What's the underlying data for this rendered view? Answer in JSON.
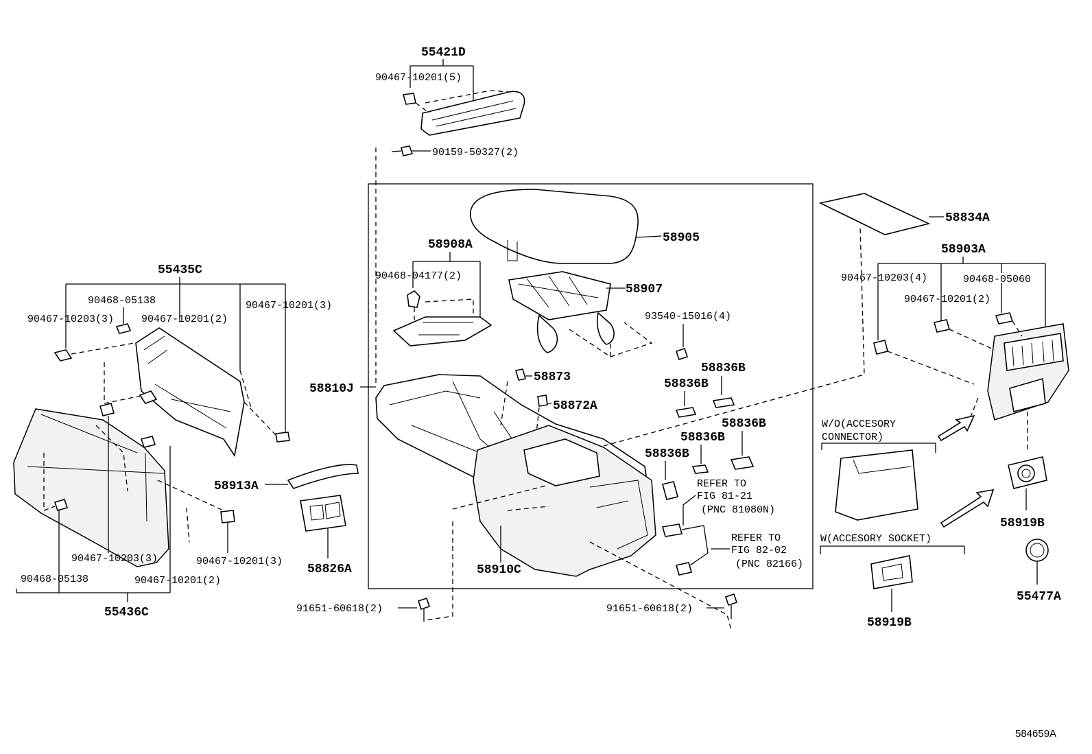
{
  "labels": {
    "p55421D": "55421D",
    "p90467_10201_5": "90467-10201(5)",
    "p90159_50327_2": "90159-50327(2)",
    "p58905": "58905",
    "p58908A": "58908A",
    "p90468_04177_2": "90468-04177(2)",
    "p58907": "58907",
    "p93540_15016_4": "93540-15016(4)",
    "p58836B_1": "58836B",
    "p58836B_2": "58836B",
    "p58836B_3": "58836B",
    "p58836B_4": "58836B",
    "p58836B_5": "58836B",
    "p58873": "58873",
    "p58872A": "58872A",
    "p58810J": "58810J",
    "refer1_a": "REFER TO",
    "refer1_b": "FIG 81-21",
    "refer1_c": "(PNC 81080N)",
    "refer2_a": "REFER TO",
    "refer2_b": "FIG 82-02",
    "refer2_c": "(PNC 82166)",
    "p58910C": "58910C",
    "p91651_60618_left": "91651-60618(2)",
    "p91651_60618_right": "91651-60618(2)",
    "p55435C": "55435C",
    "p90468_05138_top": "90468-05138",
    "p90467_10203_3_top": "90467-10203(3)",
    "p90467_10201_2_top": "90467-10201(2)",
    "p90467_10201_3_top": "90467-10201(3)",
    "p58913A": "58913A",
    "p58826A": "58826A",
    "p90467_10203_3_bot": "90467-10203(3)",
    "p90467_10201_3_bot": "90467-10201(3)",
    "p90468_05138_bot": "90468-05138",
    "p90467_10201_2_bot": "90467-10201(2)",
    "p55436C": "55436C",
    "p58834A": "58834A",
    "p58903A": "58903A",
    "p90467_10203_4": "90467-10203(4)",
    "p90468_05060": "90468-05060",
    "p90467_10201_2_right": "90467-10201(2)",
    "wo_line1": "W/O(ACCESORY",
    "wo_line2": "CONNECTOR)",
    "w_socket": "W(ACCESORY SOCKET)",
    "p58919B_right": "58919B",
    "p58919B_bottom": "58919B",
    "p55477A": "55477A",
    "figure_id": "584659A"
  }
}
